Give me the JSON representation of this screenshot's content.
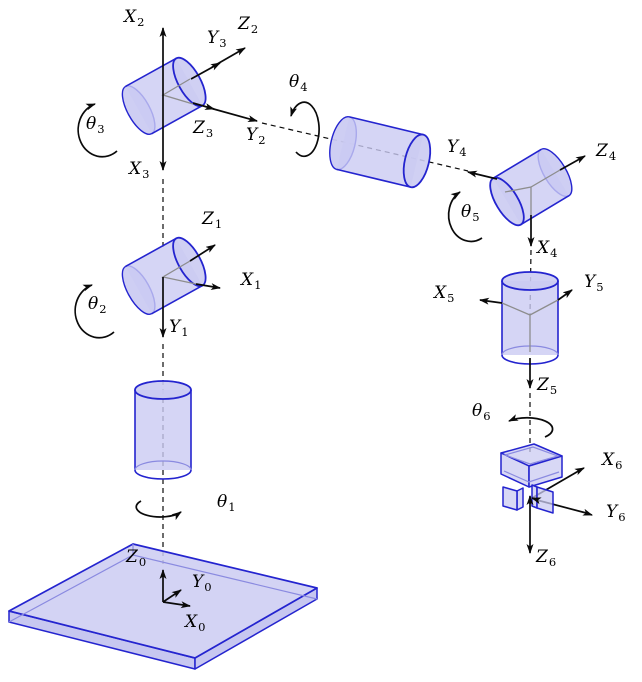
{
  "colors": {
    "fill": "#cbcbf2",
    "fillDark": "#c1c1ee",
    "edge": "#2424cf",
    "backedge": "#8a8ae0",
    "hidden": "#8d8d8d",
    "ink": "#0a0a0a",
    "background": "#ffffff"
  },
  "labels": {
    "X0": {
      "m": "X",
      "s": "0"
    },
    "Y0": {
      "m": "Y",
      "s": "0"
    },
    "Z0": {
      "m": "Z",
      "s": "0"
    },
    "X1": {
      "m": "X",
      "s": "1"
    },
    "Y1": {
      "m": "Y",
      "s": "1"
    },
    "Z1": {
      "m": "Z",
      "s": "1"
    },
    "X2": {
      "m": "X",
      "s": "2"
    },
    "Y2": {
      "m": "Y",
      "s": "2"
    },
    "Z2": {
      "m": "Z",
      "s": "2"
    },
    "X3": {
      "m": "X",
      "s": "3"
    },
    "Y3": {
      "m": "Y",
      "s": "3"
    },
    "Z3": {
      "m": "Z",
      "s": "3"
    },
    "X4": {
      "m": "X",
      "s": "4"
    },
    "Y4": {
      "m": "Y",
      "s": "4"
    },
    "Z4": {
      "m": "Z",
      "s": "4"
    },
    "X5": {
      "m": "X",
      "s": "5"
    },
    "Y5": {
      "m": "Y",
      "s": "5"
    },
    "Z5": {
      "m": "Z",
      "s": "5"
    },
    "X6": {
      "m": "X",
      "s": "6"
    },
    "Y6": {
      "m": "Y",
      "s": "6"
    },
    "Z6": {
      "m": "Z",
      "s": "6"
    },
    "T1": {
      "m": "θ",
      "s": "1"
    },
    "T2": {
      "m": "θ",
      "s": "2"
    },
    "T3": {
      "m": "θ",
      "s": "3"
    },
    "T4": {
      "m": "θ",
      "s": "4"
    },
    "T5": {
      "m": "θ",
      "s": "5"
    },
    "T6": {
      "m": "θ",
      "s": "6"
    }
  }
}
